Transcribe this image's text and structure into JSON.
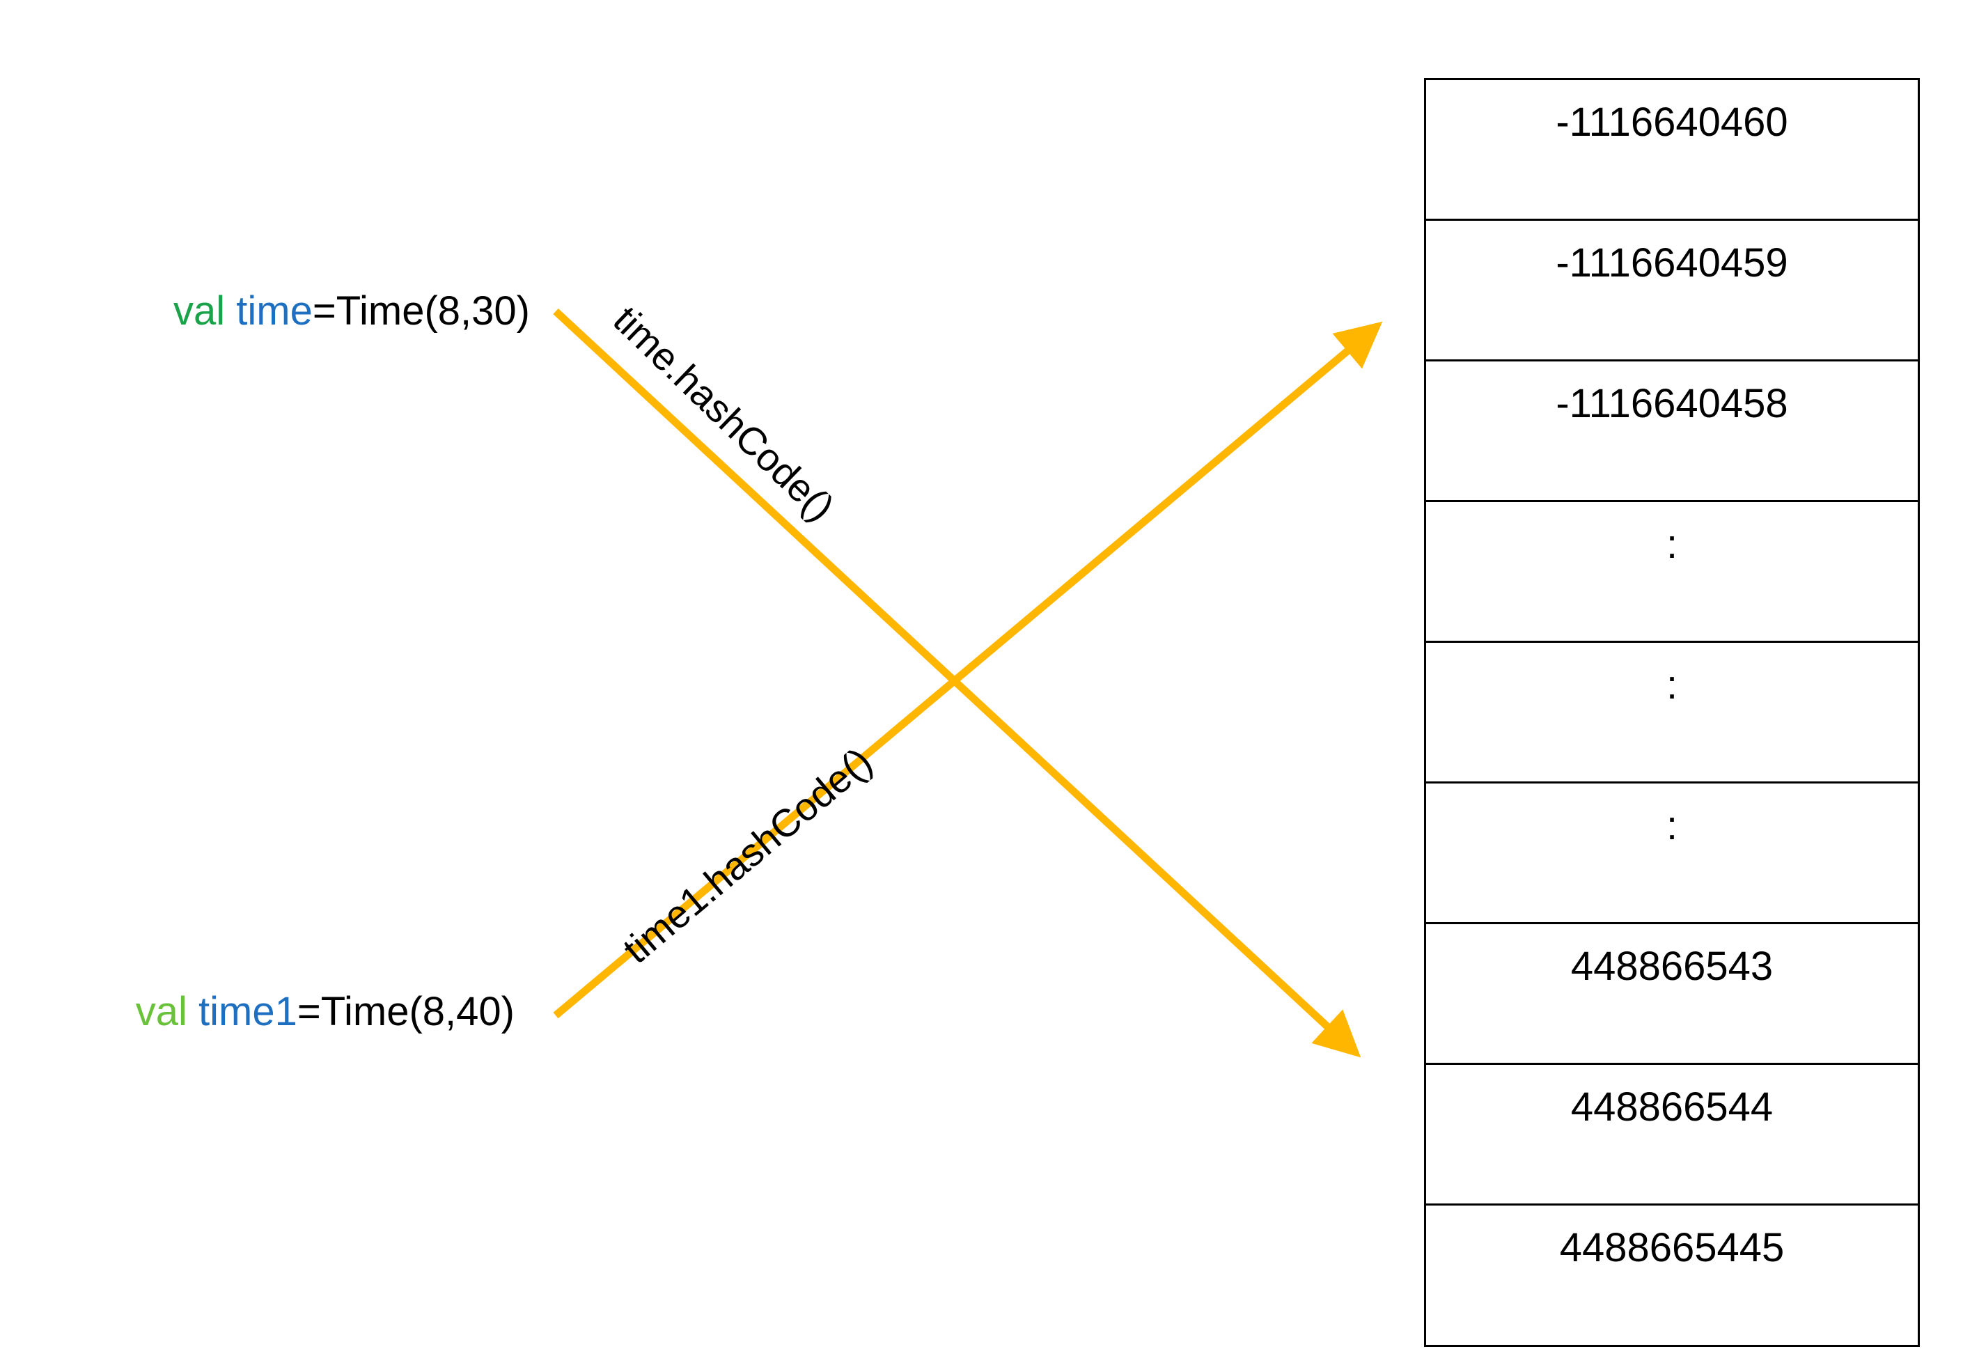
{
  "colors": {
    "arrow": "#FFB600",
    "keyword_val_1": "#1AA34A",
    "keyword_val_2": "#6AC23A",
    "identifier": "#1F6FC0",
    "text": "#000000"
  },
  "declarations": [
    {
      "keyword": "val",
      "identifier": "time",
      "expression": "=Time(8,30)"
    },
    {
      "keyword": "val",
      "identifier": "time1",
      "expression": "=Time(8,40)"
    }
  ],
  "arrows": [
    {
      "label": "time.hashCode()"
    },
    {
      "label": "time1.hashCode()"
    }
  ],
  "hash_table": {
    "cells": [
      "-1116640460",
      "-1116640459",
      "-1116640458",
      ":",
      ":",
      ":",
      "448866543",
      "448866544",
      "4488665445"
    ]
  }
}
